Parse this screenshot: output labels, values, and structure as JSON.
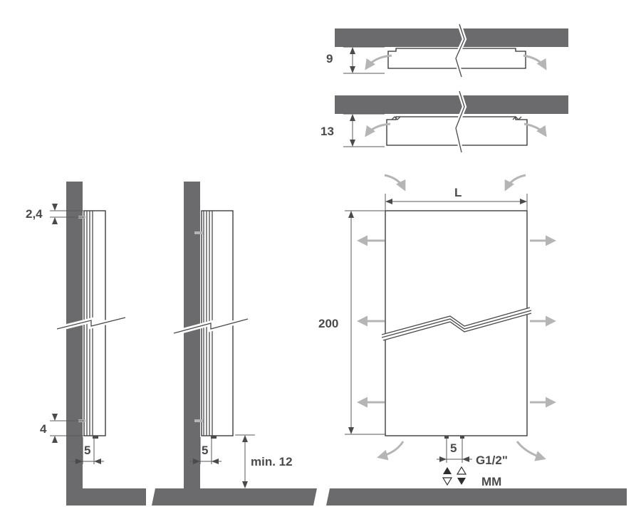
{
  "labels": {
    "top_gap_small": "9",
    "top_gap_large": "13",
    "top_offset": "2,4",
    "bottom_offset": "4",
    "wall_gap_left": "5",
    "wall_gap_mid": "5",
    "min_floor": "min. 12",
    "height": "200",
    "length": "L",
    "pipe_spacing": "5",
    "connection": "G1/2\"",
    "connection_type": "MM"
  },
  "colors": {
    "wall": "#6b6b6d",
    "airflow_arrow": "#b5b5b5",
    "outline": "#2e2e2e"
  }
}
